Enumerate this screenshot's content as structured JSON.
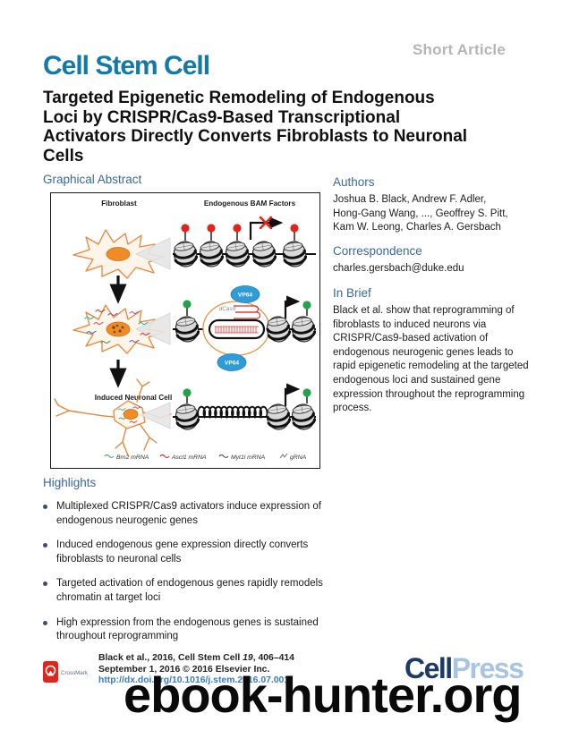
{
  "page": {
    "article_type": "Short Article",
    "journal_logo": "Cell Stem Cell",
    "title_lines": [
      "Targeted Epigenetic Remodeling of Endogenous",
      "Loci by CRISPR/Cas9-Based Transcriptional",
      "Activators Directly Converts Fibroblasts to Neuronal",
      "Cells"
    ]
  },
  "graphical_abstract": {
    "heading": "Graphical Abstract",
    "labels": {
      "fibroblast": "Fibroblast",
      "bam_factors": "Endogenous BAM Factors",
      "induced_neuronal_cell": "Induced Neuronal Cell",
      "vp64_top": "VP64",
      "vp64_bottom": "VP64",
      "dcas9": "dCas9"
    },
    "legend": [
      {
        "label": "Brn2 mRNA",
        "color": "#4caf7d"
      },
      {
        "label": "Ascl1 mRNA",
        "color": "#d9342b"
      },
      {
        "label": "Myt1l mRNA",
        "color": "#6a4fa0"
      },
      {
        "label": "gRNA",
        "color": "#8a8a8a"
      }
    ]
  },
  "authors_section": {
    "heading": "Authors",
    "name_lines": [
      "Joshua B. Black, Andrew F. Adler,",
      "Hong-Gang Wang, ..., Geoffrey S. Pitt,",
      "Kam W. Leong, Charles A. Gersbach"
    ]
  },
  "correspondence_section": {
    "heading": "Correspondence",
    "email": "charles.gersbach@duke.edu"
  },
  "in_brief_section": {
    "heading": "In Brief",
    "text": "Black et al. show that reprogramming of fibroblasts to induced neurons via CRISPR/Cas9-based activation of endogenous neurogenic genes leads to rapid epigenetic remodeling at the targeted endogenous loci and sustained gene expression throughout the reprogramming process."
  },
  "highlights_section": {
    "heading": "Highlights",
    "items": [
      "Multiplexed CRISPR/Cas9 activators induce expression of endogenous neurogenic genes",
      "Induced endogenous gene expression directly converts fibroblasts to neuronal cells",
      "Targeted activation of endogenous genes rapidly remodels chromatin at target loci",
      "High expression from the endogenous genes is sustained throughout reprogramming"
    ]
  },
  "footer": {
    "crossmark_label": "CrossMark",
    "citation_prefix": "Black et al., 2016, Cell Stem Cell ",
    "citation_volume": "19",
    "citation_pages": ", 406–414",
    "date_line": "September 1, 2016 © 2016 Elsevier Inc.",
    "doi": "http://dx.doi.org/10.1016/j.stem.2016.07.001",
    "publisher_cell": "Cell",
    "publisher_press": "Press"
  },
  "watermark": "ebook-hunter.org",
  "colors": {
    "journal_logo_blue": "#1279a8",
    "section_heading_blue": "#38689e",
    "article_type_gray": "#b5b5b5",
    "repressive_mark_red": "#e1251b",
    "active_mark_green": "#22a24b",
    "cell_outline_orange": "#e8863b",
    "vp64_blue": "#2f9cd8",
    "doi_link_blue": "#3b7bbf",
    "cellpress_dark": "#1b3a68",
    "cellpress_light": "#a6c5e4",
    "watermark_black": "#0a0a0a"
  }
}
